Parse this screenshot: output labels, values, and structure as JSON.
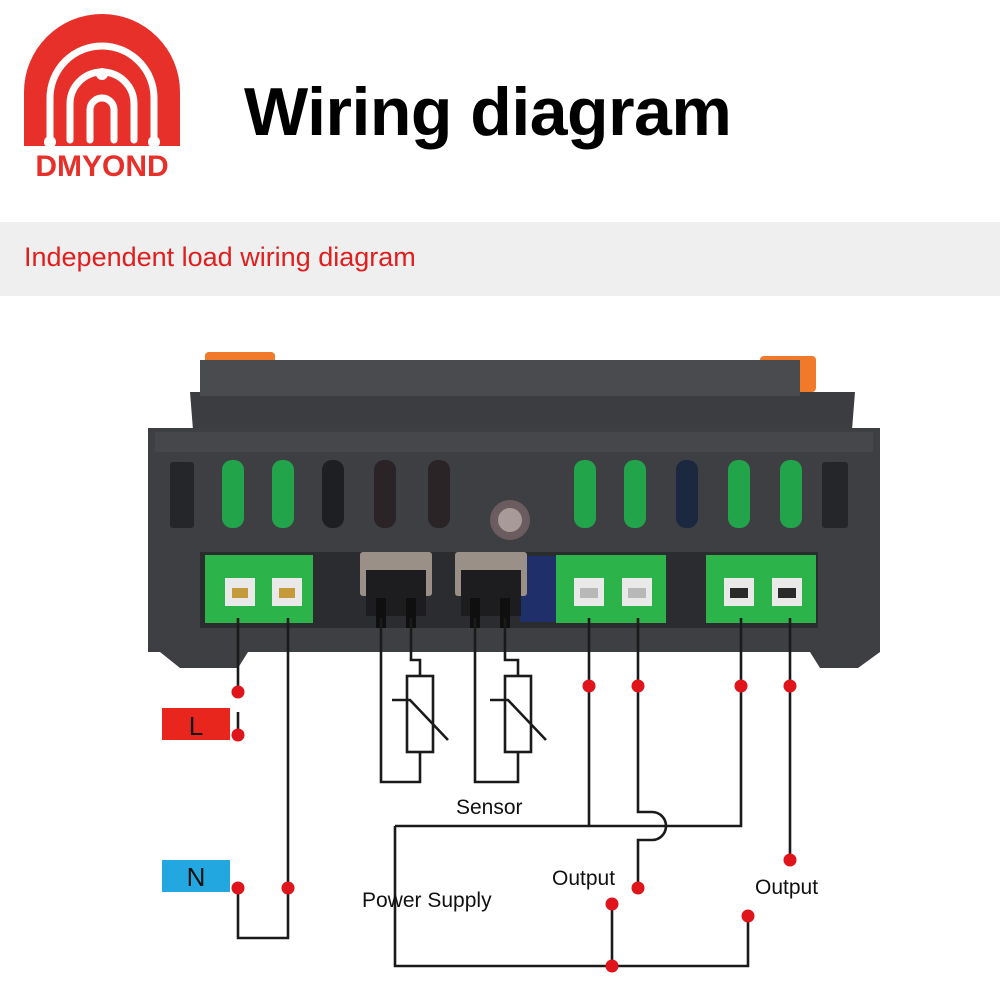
{
  "brand": {
    "name": "DMYOND",
    "primary_color": "#e8302a"
  },
  "header": {
    "title": "Wiring diagram"
  },
  "subtitle": {
    "text": "Independent load wiring diagram",
    "color": "#e01e1e"
  },
  "diagram": {
    "terminal_L": {
      "text": "L",
      "color": "#e8261e"
    },
    "terminal_N": {
      "text": "N",
      "color": "#22a7e0"
    },
    "sensor_label": "Sensor",
    "power_supply_label": "Power Supply",
    "output_label_1": "Output",
    "output_label_2": "Output",
    "wire_color": "#1a1a1a",
    "node_color": "#e0141b"
  }
}
